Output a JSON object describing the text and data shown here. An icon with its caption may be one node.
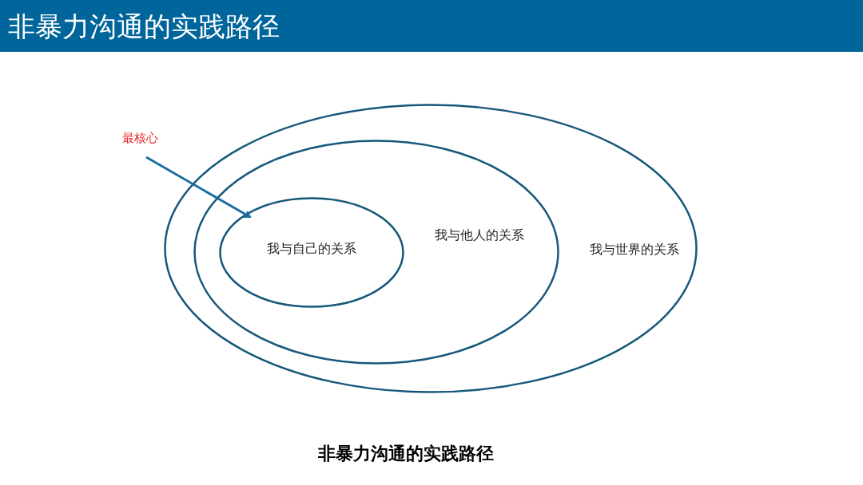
{
  "diagram": {
    "title": "非暴力沟通的实践路径",
    "caption": "非暴力沟通的实践路径",
    "nodes": [
      {
        "text": [
          "我与世界的关系"
        ]
      },
      {
        "text": [
          "我与他人的关系"
        ],
        "in": 0
      },
      {
        "text": [
          "我与自己的关系"
        ],
        "in": 1
      },
      {
        "text": [
          "最核心"
        ]
      }
    ],
    "edges": [
      {
        "from": 3,
        "to": 2,
        "arrow": "to"
      }
    ]
  }
}
